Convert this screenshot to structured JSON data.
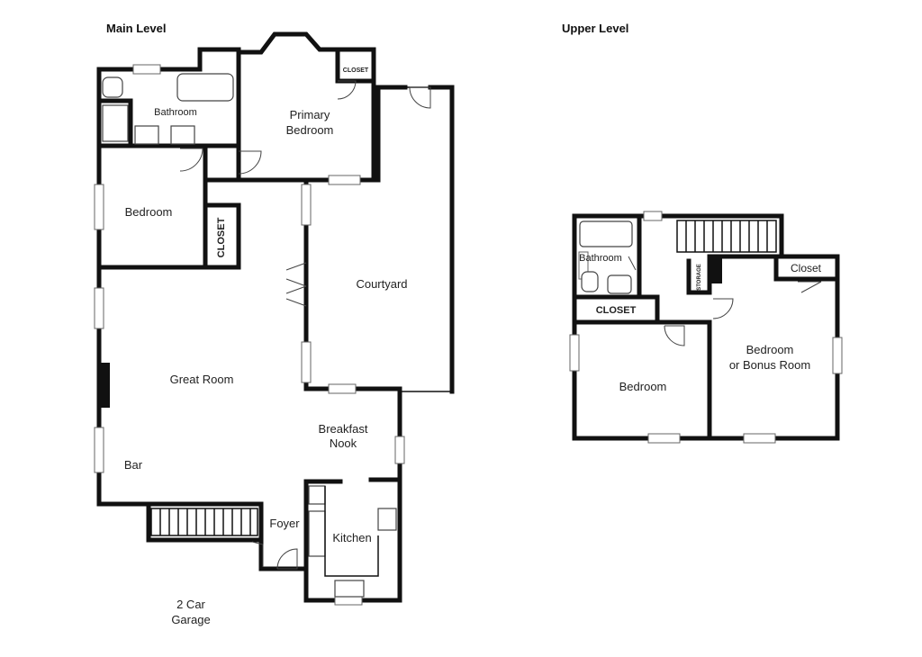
{
  "levels": {
    "main": "Main Level",
    "upper": "Upper Level"
  },
  "main_rooms": {
    "bathroom": "Bathroom",
    "closet_small": "CLOSET",
    "primary_1": "Primary",
    "primary_2": "Bedroom",
    "bedroom": "Bedroom",
    "closet_vertical": "CLOSET",
    "courtyard": "Courtyard",
    "great_room": "Great Room",
    "breakfast_1": "Breakfast",
    "breakfast_2": "Nook",
    "bar": "Bar",
    "foyer": "Foyer",
    "kitchen": "Kitchen",
    "garage_1": "2 Car",
    "garage_2": "Garage"
  },
  "upper_rooms": {
    "bathroom": "Bathroom",
    "storage": "STORAGE",
    "closet_right": "Closet",
    "closet_left": "CLOSET",
    "bedroom": "Bedroom",
    "bonus_1": "Bedroom",
    "bonus_2": "or Bonus Room"
  }
}
